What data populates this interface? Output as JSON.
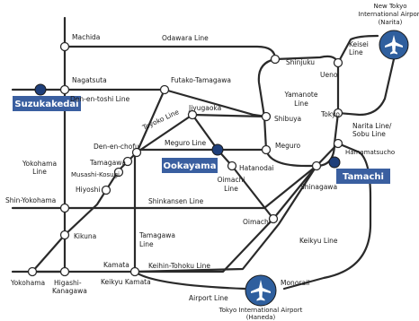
{
  "lines": {
    "odawara": "Odawara Line",
    "futako_tamagawa": "Futako-Tamagawa",
    "den_en_toshi": "Den-en-toshi Line",
    "yamanote": [
      "Yamanote",
      "Line"
    ],
    "toyoko": "Toyoko Line",
    "meguro_line": "Meguro Line",
    "yokohama_line": [
      "Yokohama",
      "Line"
    ],
    "oimachi_line": [
      "Oimachi",
      "Line"
    ],
    "shinkansen": "Shinkansen Line",
    "tamagawa_line": [
      "Tamagawa",
      "Line"
    ],
    "keihin_tohoku": "Keihin-Tohoku Line",
    "keikyu_line": "Keikyu Line",
    "airport_line": "Airport Line",
    "monorail": "Monorail",
    "keisei": [
      "Keisei",
      "Line"
    ],
    "narita_sobu": [
      "Narita Line/",
      "Sobu Line"
    ]
  },
  "stations": {
    "machida": "Machida",
    "nagatsuta": "Nagatsuta",
    "shinjuku": "Shinjuku",
    "ueno": "Ueno",
    "jiyugaoka": "Jiyugaoka",
    "shibuya": "Shibuya",
    "tokyo": "Tokyo",
    "den_en_chofu": "Den-en-chofu",
    "tamagawa": "Tamagawa",
    "musashi_kosugi": "Musashi-Kosugi",
    "hiyoshi": "Hiyoshi",
    "meguro": "Meguro",
    "hatanodai": "Hatanodai",
    "hamamatsucho": "Hamamatsucho",
    "shinagawa": "Shinagawa",
    "shin_yokohama": "Shin-Yokohama",
    "oimachi": "Oimachi",
    "kikuna": "Kikuna",
    "kamata": "Kamata",
    "keikyu_kamata": "Keikyu Kamata",
    "yokohama": "Yokohama",
    "higashi_kanagawa": [
      "Higashi-",
      "Kanagawa"
    ]
  },
  "campuses": {
    "suzukakedai": "Suzukakedai",
    "ookayama": "Ookayama",
    "tamachi": "Tamachi"
  },
  "airports": {
    "narita": [
      "New Tokyo",
      "International Airport",
      "(Narita)"
    ],
    "haneda": [
      "Tokyo International Airport",
      "(Haneda)"
    ]
  },
  "colors": {
    "campus_fill": "#3a5fa0",
    "campus_dot": "#1f3f7a",
    "airport": "#2f5f9e",
    "rail": "#2a2a2a"
  },
  "icons": {
    "narita": "airplane-icon",
    "haneda": "airplane-icon"
  }
}
